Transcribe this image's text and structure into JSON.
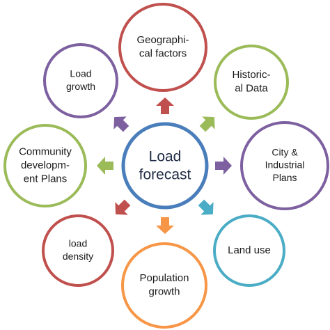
{
  "center": {
    "lines": [
      "Load",
      "forecast"
    ],
    "stroke": "#4a7ebb"
  },
  "nodes": [
    {
      "id": "geographical",
      "lines": [
        "Geographi-",
        "cal factors"
      ],
      "stroke": "#c0504d"
    },
    {
      "id": "historical",
      "lines": [
        "Historic-",
        "al Data"
      ],
      "stroke": "#9bbb59"
    },
    {
      "id": "city-industrial",
      "lines": [
        "City &",
        "Industrial",
        "Plans"
      ],
      "stroke": "#7d60a0"
    },
    {
      "id": "land-use",
      "lines": [
        "Land use"
      ],
      "stroke": "#4bacc6"
    },
    {
      "id": "population",
      "lines": [
        "Population",
        "growth"
      ],
      "stroke": "#f79646"
    },
    {
      "id": "load-density",
      "lines": [
        "load",
        "density"
      ],
      "stroke": "#c0504d"
    },
    {
      "id": "community",
      "lines": [
        "Community",
        "developm-",
        "ent Plans"
      ],
      "stroke": "#9bbb59"
    },
    {
      "id": "load-growth",
      "lines": [
        "Load",
        "growth"
      ],
      "stroke": "#7d60a0"
    }
  ],
  "arrows": [
    {
      "id": "geographical",
      "color": "#c0504d"
    },
    {
      "id": "historical",
      "color": "#9bbb59"
    },
    {
      "id": "city-industrial",
      "color": "#7d60a0"
    },
    {
      "id": "land-use",
      "color": "#4bacc6"
    },
    {
      "id": "population",
      "color": "#f79646"
    },
    {
      "id": "load-density",
      "color": "#c0504d"
    },
    {
      "id": "community",
      "color": "#9bbb59"
    },
    {
      "id": "load-growth",
      "color": "#7d60a0"
    }
  ]
}
